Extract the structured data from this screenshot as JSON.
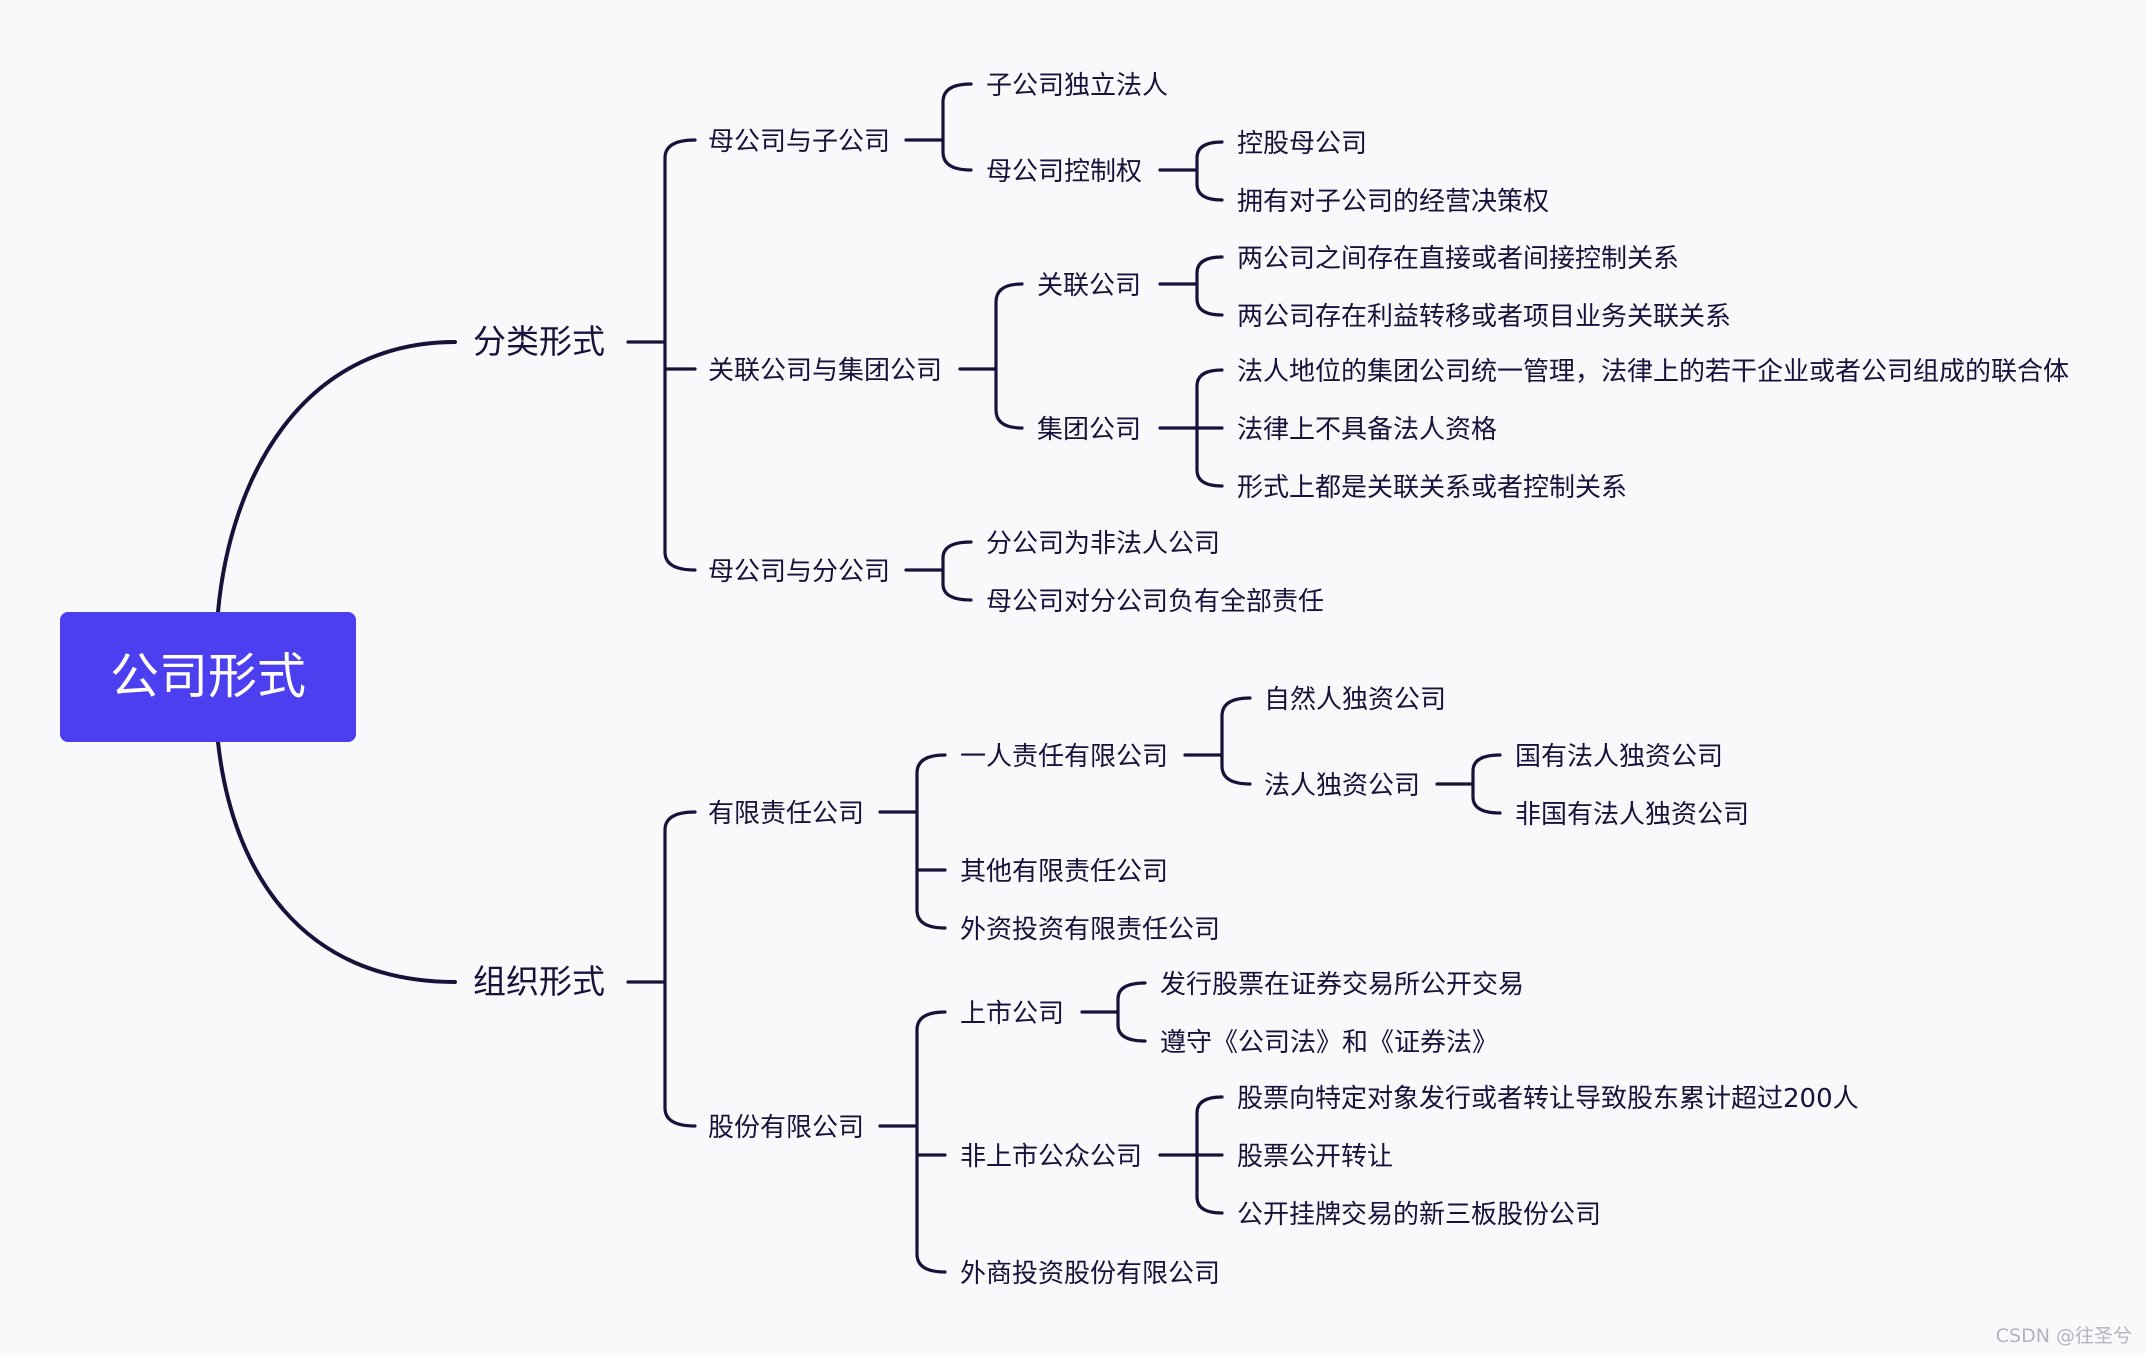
{
  "mindmap": {
    "root": "公司形式",
    "branches": [
      {
        "label": "分类形式",
        "children": [
          {
            "label": "母公司与子公司",
            "children": [
              {
                "label": "子公司独立法人"
              },
              {
                "label": "母公司控制权",
                "children": [
                  {
                    "label": "控股母公司"
                  },
                  {
                    "label": "拥有对子公司的经营决策权"
                  }
                ]
              }
            ]
          },
          {
            "label": "关联公司与集团公司",
            "children": [
              {
                "label": "关联公司",
                "children": [
                  {
                    "label": "两公司之间存在直接或者间接控制关系"
                  },
                  {
                    "label": "两公司存在利益转移或者项目业务关联关系"
                  }
                ]
              },
              {
                "label": "集团公司",
                "children": [
                  {
                    "label": "法人地位的集团公司统一管理，法律上的若干企业或者公司组成的联合体"
                  },
                  {
                    "label": "法律上不具备法人资格"
                  },
                  {
                    "label": "形式上都是关联关系或者控制关系"
                  }
                ]
              }
            ]
          },
          {
            "label": "母公司与分公司",
            "children": [
              {
                "label": "分公司为非法人公司"
              },
              {
                "label": "母公司对分公司负有全部责任"
              }
            ]
          }
        ]
      },
      {
        "label": "组织形式",
        "children": [
          {
            "label": "有限责任公司",
            "children": [
              {
                "label": "一人责任有限公司",
                "children": [
                  {
                    "label": "自然人独资公司"
                  },
                  {
                    "label": "法人独资公司",
                    "children": [
                      {
                        "label": "国有法人独资公司"
                      },
                      {
                        "label": "非国有法人独资公司"
                      }
                    ]
                  }
                ]
              },
              {
                "label": "其他有限责任公司"
              },
              {
                "label": "外资投资有限责任公司"
              }
            ]
          },
          {
            "label": "股份有限公司",
            "children": [
              {
                "label": "上市公司",
                "children": [
                  {
                    "label": "发行股票在证券交易所公开交易"
                  },
                  {
                    "label": "遵守《公司法》和《证券法》"
                  }
                ]
              },
              {
                "label": "非上市公众公司",
                "children": [
                  {
                    "label": "股票向特定对象发行或者转让导致股东累计超过200人"
                  },
                  {
                    "label": "股票公开转让"
                  },
                  {
                    "label": "公开挂牌交易的新三板股份公司"
                  }
                ]
              },
              {
                "label": "外商投资股份有限公司"
              }
            ]
          }
        ]
      }
    ]
  },
  "watermark": "CSDN @往圣兮",
  "colors": {
    "root_fill": "#4c3ff0",
    "root_text": "#ffffff",
    "line": "#17123a",
    "text": "#17123a",
    "background": "#f9f9fb"
  }
}
